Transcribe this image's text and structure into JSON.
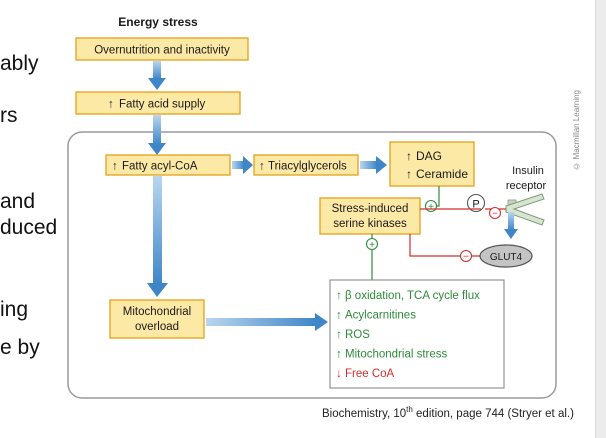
{
  "left_text": [
    "ably",
    "rs",
    "and",
    "duced",
    "ing",
    "e by"
  ],
  "watermark": "© Macmillan Learning",
  "credit": {
    "prefix": "Biochemistry, 10",
    "sup": "th",
    "suffix": " edition, page 744 (Stryer et al.)"
  },
  "diagram": {
    "header": "Energy stress",
    "overnutrition": "Overnutrition and inactivity",
    "fatty_acid_supply": "Fatty acid supply",
    "fatty_acyl_coa": "Fatty acyl-CoA",
    "triacylglycerols": "Triacylglycerols",
    "dag": "DAG",
    "ceramide": "Ceramide",
    "insulin_receptor": [
      "Insulin",
      "receptor"
    ],
    "p_label": "P",
    "serine_kinases": [
      "Stress-induced",
      "serine kinases"
    ],
    "glut4": "GLUT4",
    "mito_overload": [
      "Mitochondrial",
      "overload"
    ],
    "outcomes": [
      {
        "arrow": "↑",
        "text": "β oxidation, TCA cycle flux",
        "color": "#2e8b3a"
      },
      {
        "arrow": "↑",
        "text": "Acylcarnitines",
        "color": "#2e8b3a"
      },
      {
        "arrow": "↑",
        "text": "ROS",
        "color": "#2e8b3a"
      },
      {
        "arrow": "↑",
        "text": "Mitochondrial stress",
        "color": "#2e8b3a"
      },
      {
        "arrow": "↓",
        "text": "Free CoA",
        "color": "#d32f2f"
      }
    ],
    "up_arrow": "↑",
    "plus": "+",
    "minus": "−"
  },
  "colors": {
    "box_fill": "#fde9a6",
    "box_stroke": "#e3a21a",
    "arrow_blue": "#3f86c8",
    "green": "#2e8b3a",
    "red": "#d32f2f"
  }
}
